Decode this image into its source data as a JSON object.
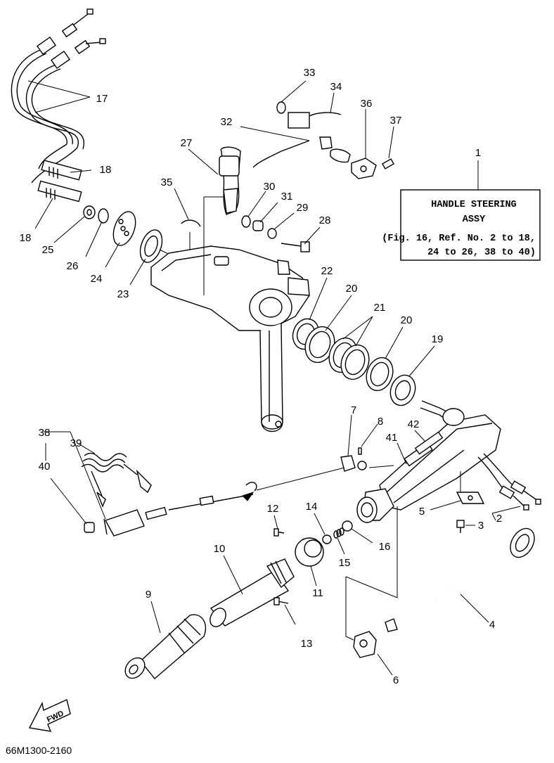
{
  "title_box": {
    "line1": "HANDLE STEERING",
    "line2": "ASSY",
    "line3": "(Fig. 16, Ref. No. 2 to 18,",
    "line4": "24 to 26, 38 to 40)"
  },
  "ref_code": "66M1300-2160",
  "fwd_label": "FWD",
  "callouts": {
    "c1": "1",
    "c2": "2",
    "c3": "3",
    "c4": "4",
    "c5": "5",
    "c6": "6",
    "c7": "7",
    "c8": "8",
    "c9": "9",
    "c10": "10",
    "c11": "11",
    "c12": "12",
    "c13": "13",
    "c14": "14",
    "c15": "15",
    "c16": "16",
    "c17": "17",
    "c18a": "18",
    "c18b": "18",
    "c19": "19",
    "c20a": "20",
    "c20b": "20",
    "c21": "21",
    "c22": "22",
    "c23": "23",
    "c24": "24",
    "c25": "25",
    "c26": "26",
    "c27": "27",
    "c28": "28",
    "c29": "29",
    "c30": "30",
    "c31": "31",
    "c32": "32",
    "c33": "33",
    "c34": "34",
    "c35": "35",
    "c36": "36",
    "c37": "37",
    "c38": "38",
    "c39": "39",
    "c40": "40",
    "c41": "41",
    "c42": "42"
  }
}
